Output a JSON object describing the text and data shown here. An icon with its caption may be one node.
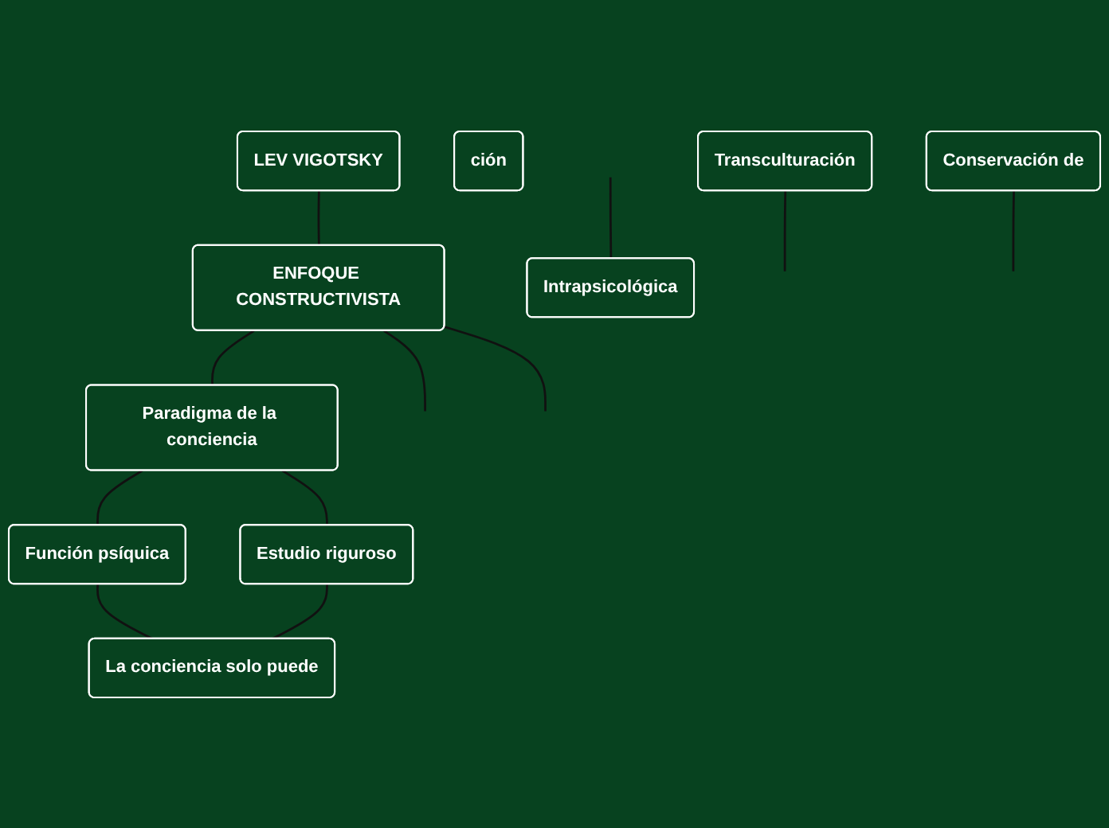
{
  "diagram": {
    "nodes": [
      {
        "text": [
          "LEV VIGOTSKY"
        ]
      },
      {
        "text": [
          "ENFOQUE CONSTRUCTIVISTA"
        ]
      },
      {
        "text": [
          "ción"
        ]
      },
      {
        "text": [
          "Paradigma de la conciencia"
        ]
      },
      {
        "text": [
          "Función psíquica"
        ]
      },
      {
        "text": [
          "Estudio riguroso"
        ]
      },
      {
        "text": [
          "Transculturación"
        ]
      },
      {
        "text": [
          "Intrapsicológica"
        ]
      },
      {
        "text": [
          "La conciencia solo puede"
        ]
      },
      {
        "text": [
          "Conservación de"
        ]
      }
    ],
    "edges": [
      {
        "from": 0,
        "to": 1,
        "arrow": "none"
      },
      {
        "from": 1,
        "to": null,
        "arrow": "none"
      },
      {
        "from": 1,
        "to": null,
        "arrow": "none"
      },
      {
        "from": 1,
        "to": 3,
        "arrow": "none"
      },
      {
        "from": 3,
        "to": 4,
        "arrow": "none"
      },
      {
        "from": 3,
        "to": 5,
        "arrow": "none"
      },
      {
        "from": 4,
        "to": 8,
        "arrow": "none"
      },
      {
        "from": 5,
        "to": 8,
        "arrow": "none"
      },
      {
        "from": null,
        "to": 7,
        "arrow": "none"
      },
      {
        "from": 6,
        "to": null,
        "arrow": "none"
      },
      {
        "from": 9,
        "to": null,
        "arrow": "none"
      }
    ]
  }
}
